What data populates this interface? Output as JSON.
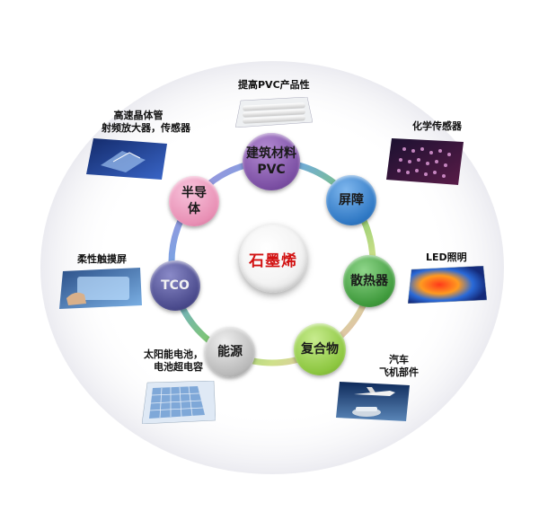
{
  "center": {
    "label": "石墨烯"
  },
  "nodes": [
    {
      "id": "building-pvc",
      "lines": [
        "建筑材料",
        "PVC"
      ],
      "color": "#7b4fa3"
    },
    {
      "id": "barrier",
      "lines": [
        "屏障"
      ],
      "color": "#2f78c4"
    },
    {
      "id": "heat-sink",
      "lines": [
        "散热器"
      ],
      "color": "#3f9a3c"
    },
    {
      "id": "composite",
      "lines": [
        "复合物"
      ],
      "color": "#8cc63f"
    },
    {
      "id": "energy",
      "lines": [
        "能源"
      ],
      "color": "#b9b9b9"
    },
    {
      "id": "tco",
      "lines": [
        "TCO"
      ],
      "color": "#4a4a8c"
    },
    {
      "id": "semiconductor",
      "lines": [
        "半导",
        "体"
      ],
      "color": "#e88fb4"
    }
  ],
  "labels": {
    "pvc": "提高PVC产品性",
    "chemical_sensor": "化学传感器",
    "led": "LED照明",
    "auto_line1": "汽车",
    "auto_line2": "飞机部件",
    "solar_line1": "太阳能电池，",
    "solar_line2": "电池超电容",
    "touch": "柔性触摸屏",
    "transistor_line1": "高速晶体管",
    "transistor_line2": "射频放大器，传感器"
  },
  "icons": [
    "pvc-pipes-image",
    "chemical-sensor-image",
    "led-heatmap-image",
    "aircraft-car-image",
    "solar-panel-image",
    "touchscreen-image",
    "transistor-image"
  ]
}
